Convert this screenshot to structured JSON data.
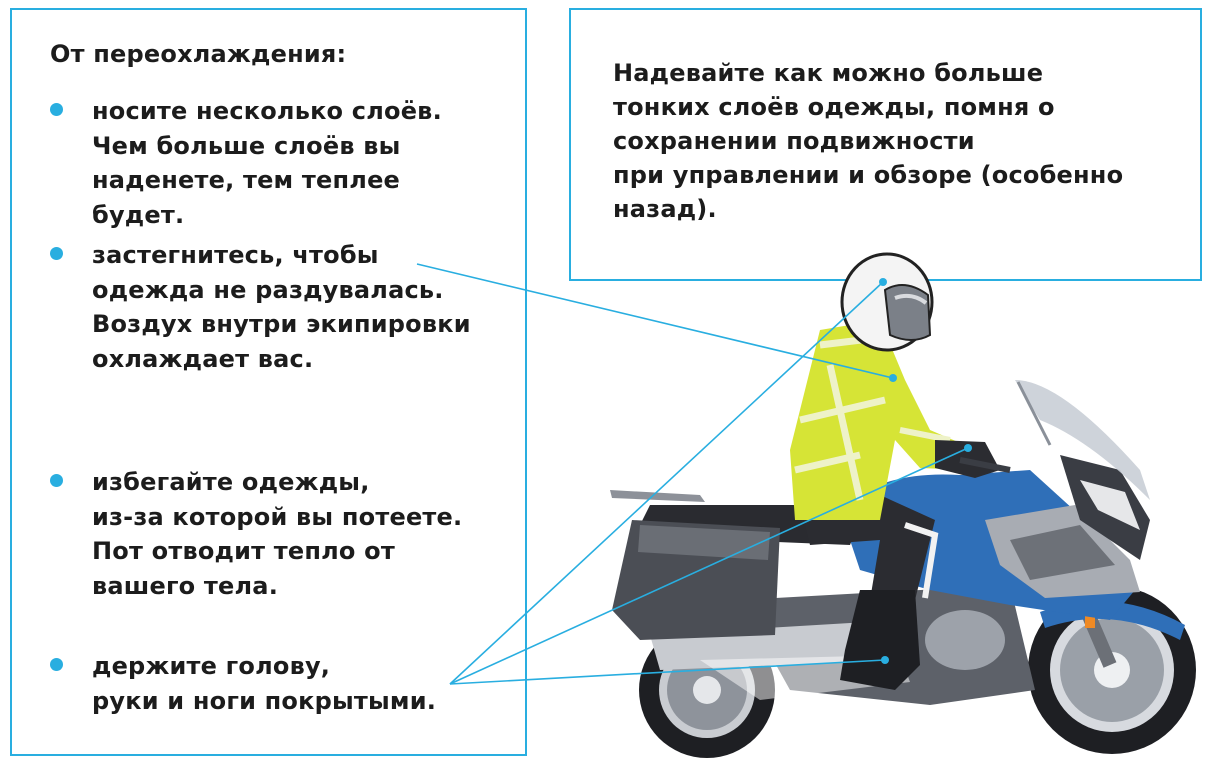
{
  "left_box": {
    "heading": "От переохлаждения:",
    "items": [
      {
        "text": "носите несколько слоёв.\nЧем больше слоёв вы\nнаденете, тем теплее\nбудет."
      },
      {
        "text": "застегнитесь, чтобы\nодежда не раздувалась.\nВоздух внутри экипировки\nохлаждает вас."
      },
      {
        "text": "избегайте одежды,\nиз-за которой вы потеете.\nПот отводит тепло от\nвашего тела."
      },
      {
        "text": "держите голову,\nруки и ноги покрытыми."
      }
    ]
  },
  "right_box": {
    "text": "Надевайте как можно больше\nтонких слоёв одежды, помня о\nсохранении подвижности\nпри управлении и обзоре (особенно\nназад)."
  },
  "colors": {
    "accent": "#29aee0",
    "jacket": "#d6e436",
    "bike_blue": "#2f6fb8",
    "bike_dark": "#3a3d44",
    "helmet": "#f4f4f4"
  },
  "icons": [
    "bullet-dot",
    "motorcycle-illustration",
    "rider-figure"
  ]
}
